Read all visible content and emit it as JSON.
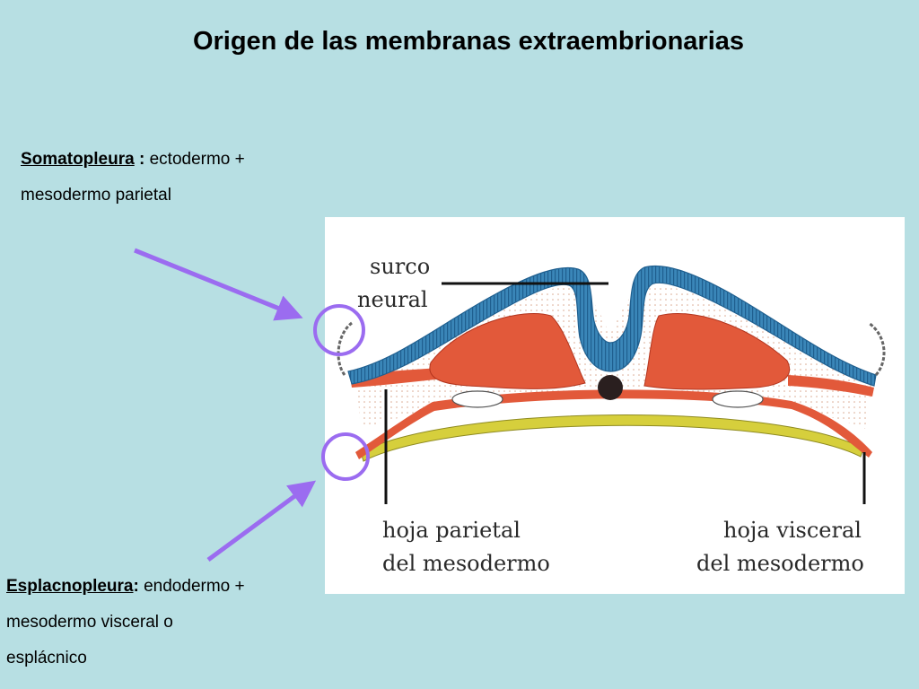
{
  "title": "Origen de las membranas extraembrionarias",
  "somatopleura": {
    "term": "Somatopleura",
    "separator": " : ",
    "line1_rest": "ectodermo +",
    "line2": "mesodermo parietal"
  },
  "esplacnopleura": {
    "term": "Esplacnopleura",
    "separator": ": ",
    "line1_rest": "endodermo +",
    "line2": "mesodermo  visceral o",
    "line3": "esplácnico"
  },
  "figure_labels": {
    "surco_1": "surco",
    "surco_2": "neural",
    "parietal_1": "hoja parietal",
    "parietal_2": "del mesodermo",
    "visceral_1": "hoja visceral",
    "visceral_2": "del mesodermo"
  },
  "colors": {
    "background": "#b7dfe3",
    "ectoderm": "#3a86b8",
    "mesoderm": "#e2593a",
    "endoderm": "#d6cf3c",
    "marker": "#9b6cf0"
  }
}
